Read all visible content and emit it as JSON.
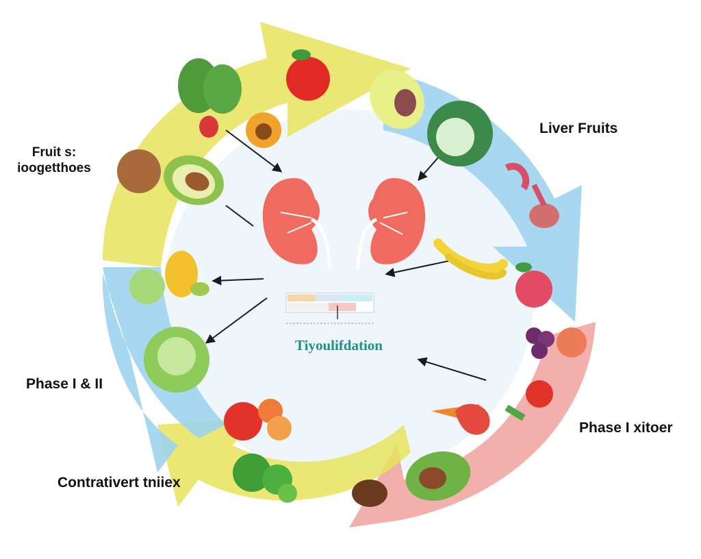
{
  "diagram": {
    "labels": {
      "top_left": "Fruit s:\nioogetthoes",
      "top_right": "Liver Fruits",
      "mid_left": "Phase I & II",
      "bottom_left": "Contrativert tniiex",
      "bottom_right": "Phase I xitoer"
    },
    "center_label": "Tiyoulifdation",
    "colors": {
      "segment_yellow": "#e6e35c",
      "segment_blue": "#9fd3ee",
      "segment_pink": "#f0a7a3",
      "center_fill": "#eef6fb",
      "kidney": "#ef6b5f",
      "center_text": "#1f8f8a",
      "arrow": "#1b1b1b"
    },
    "icons": [
      "beet-icon",
      "apple-icon",
      "pear-half-icon",
      "cabbage-icon",
      "coconut-icon",
      "avocado-icon",
      "apricot-icon",
      "turnip-icon",
      "green-apple-icon",
      "yellow-pear-icon",
      "lettuce-icon",
      "tomato-icon",
      "broccoli-icon",
      "banana-icon",
      "cherry-icon",
      "grapes-icon",
      "carrot-icon",
      "strawberry-icon",
      "kidneys-icon"
    ]
  }
}
